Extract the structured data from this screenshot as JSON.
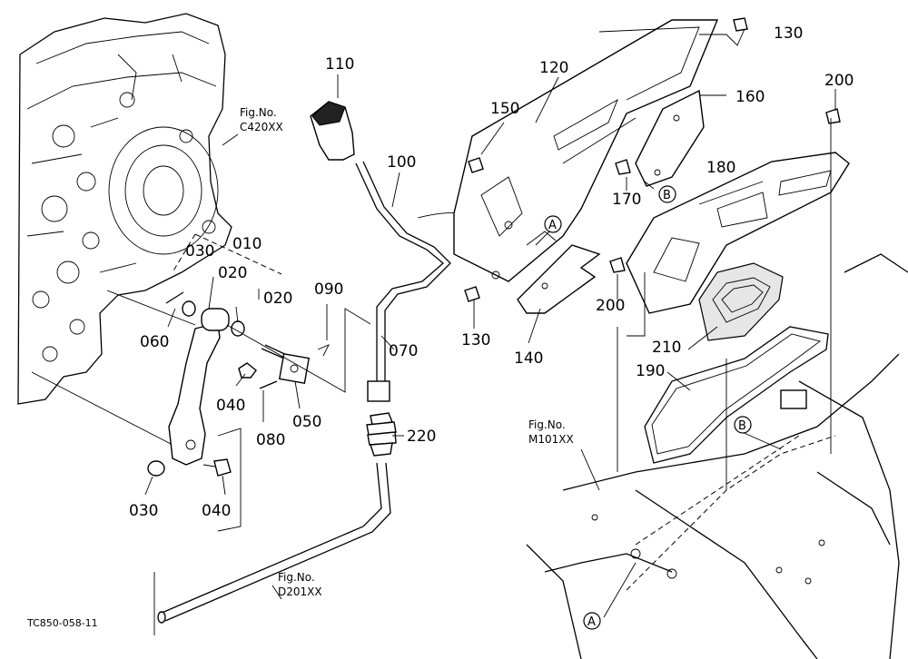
{
  "document_code": "TC850-058-11",
  "figure_refs": {
    "ref_c420": {
      "label": "Fig.No.",
      "code": "C420XX"
    },
    "ref_d201": {
      "label": "Fig.No.",
      "code": "D201XX"
    },
    "ref_m101": {
      "label": "Fig.No.",
      "code": "M101XX"
    }
  },
  "callouts": {
    "p010": "010",
    "p020a": "020",
    "p020b": "020",
    "p030a": "030",
    "p030b": "030",
    "p040a": "040",
    "p040b": "040",
    "p050": "050",
    "p060": "060",
    "p070": "070",
    "p080": "080",
    "p090": "090",
    "p100": "100",
    "p110": "110",
    "p120": "120",
    "p130a": "130",
    "p130b": "130",
    "p140": "140",
    "p150": "150",
    "p160": "160",
    "p170": "170",
    "p180": "180",
    "p190": "190",
    "p200a": "200",
    "p200b": "200",
    "p210": "210",
    "p220": "220"
  },
  "markers": {
    "a1": "A",
    "a2": "A",
    "b1": "B",
    "b2": "B"
  }
}
